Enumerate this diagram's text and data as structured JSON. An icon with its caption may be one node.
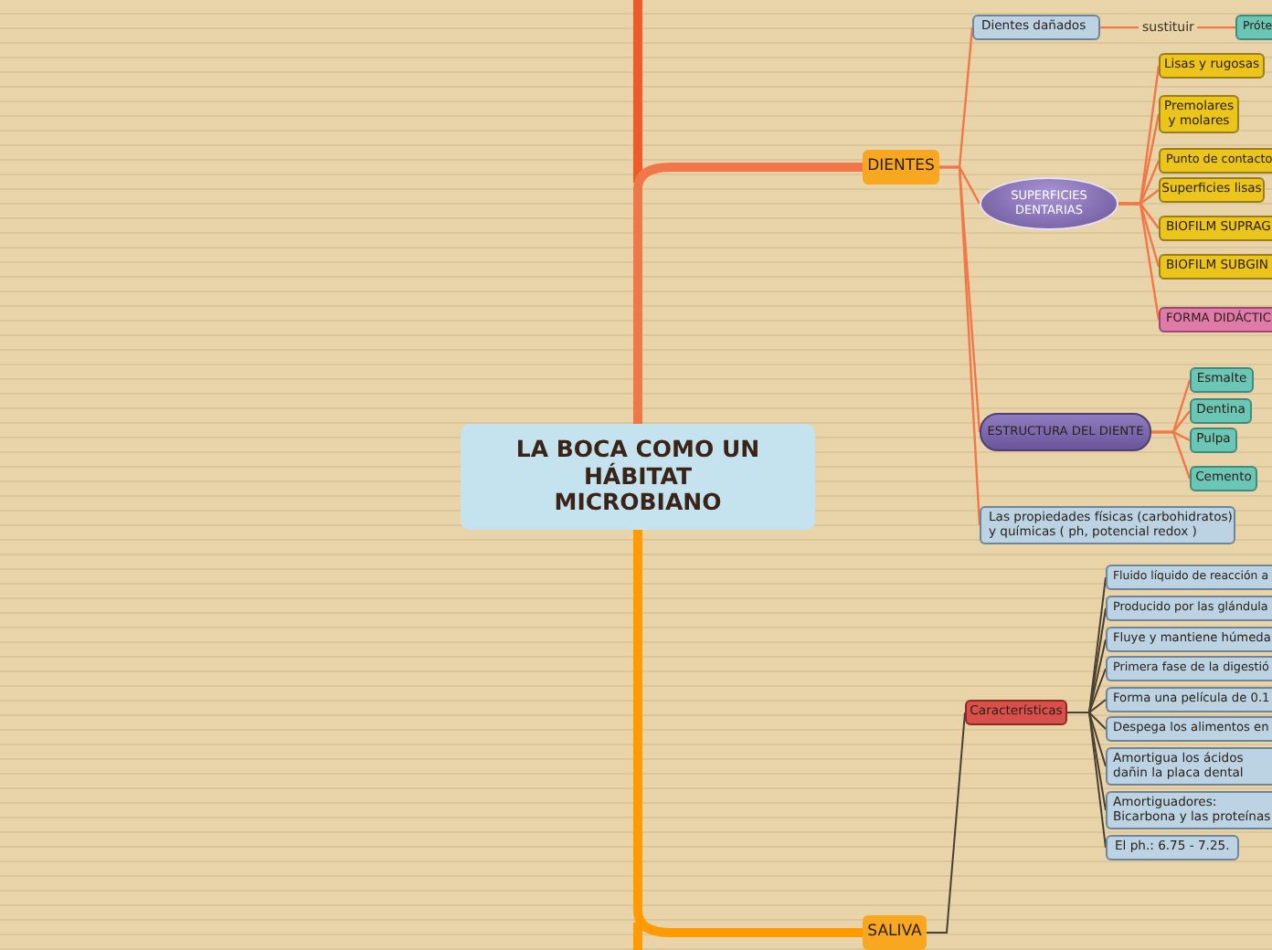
{
  "diagram": {
    "nodes": [
      {
        "text": [
          "LA BOCA COMO UN HÁBITAT MICROBIANO"
        ]
      },
      {
        "text": [
          "DIENTES"
        ]
      },
      {
        "text": [
          "Dientes dañados"
        ]
      },
      {
        "text": [
          "Próte"
        ]
      },
      {
        "text": [
          "SUPERFICIES DENTARIAS"
        ]
      },
      {
        "text": [
          "Lisas y rugosas"
        ]
      },
      {
        "text": [
          "Premolares y molares"
        ]
      },
      {
        "text": [
          "Punto de contacto"
        ]
      },
      {
        "text": [
          "Superficies lisas"
        ]
      },
      {
        "text": [
          "BIOFILM SUPRAG"
        ]
      },
      {
        "text": [
          "BIOFILM SUBGIN"
        ]
      },
      {
        "text": [
          "FORMA DIDÁCTIC"
        ]
      },
      {
        "text": [
          "ESTRUCTURA DEL DIENTE"
        ]
      },
      {
        "text": [
          "Esmalte"
        ]
      },
      {
        "text": [
          "Dentina"
        ]
      },
      {
        "text": [
          "Pulpa"
        ]
      },
      {
        "text": [
          "Cemento"
        ]
      },
      {
        "text": [
          "Las propiedades  físicas (carbohidratos) y químicas ( ph, potencial redox )"
        ]
      },
      {
        "text": [
          "SALIVA"
        ]
      },
      {
        "text": [
          "Características"
        ]
      },
      {
        "text": [
          "Fluido líquido de reacción a"
        ]
      },
      {
        "text": [
          "Producido por las glándula"
        ]
      },
      {
        "text": [
          "Fluye y mantiene húmeda"
        ]
      },
      {
        "text": [
          "Primera fase de la digestió"
        ]
      },
      {
        "text": [
          "Forma una película de 0.1"
        ]
      },
      {
        "text": [
          "Despega los alimentos en"
        ]
      },
      {
        "text": [
          "Amortigua los ácidos dañin la placa dental"
        ]
      },
      {
        "text": [
          "Amortiguadores: Bicarbona y las proteínas"
        ]
      },
      {
        "text": [
          "El ph.: 6.75 - 7.25."
        ]
      }
    ],
    "edges": [
      {
        "from": 0,
        "to": 1,
        "arrow": "none",
        "style": "thick"
      },
      {
        "from": 0,
        "to": 18,
        "arrow": "none",
        "style": "thick",
        "color": "#ff9a00"
      },
      {
        "from": 1,
        "to": 2,
        "arrow": "none"
      },
      {
        "from": 2,
        "to": 3,
        "arrow": "none",
        "label": "sustituir"
      },
      {
        "from": 1,
        "to": 4,
        "arrow": "none"
      },
      {
        "from": 4,
        "to": 5,
        "arrow": "none"
      },
      {
        "from": 4,
        "to": 6,
        "arrow": "none"
      },
      {
        "from": 4,
        "to": 7,
        "arrow": "none"
      },
      {
        "from": 4,
        "to": 8,
        "arrow": "none"
      },
      {
        "from": 4,
        "to": 9,
        "arrow": "none"
      },
      {
        "from": 4,
        "to": 10,
        "arrow": "none"
      },
      {
        "from": 4,
        "to": 11,
        "arrow": "none"
      },
      {
        "from": 1,
        "to": 12,
        "arrow": "none"
      },
      {
        "from": 12,
        "to": 13,
        "arrow": "none"
      },
      {
        "from": 12,
        "to": 14,
        "arrow": "none"
      },
      {
        "from": 12,
        "to": 15,
        "arrow": "none"
      },
      {
        "from": 12,
        "to": 16,
        "arrow": "none"
      },
      {
        "from": 1,
        "to": 17,
        "arrow": "none"
      },
      {
        "from": 18,
        "to": 19,
        "arrow": "none",
        "color": "#4a4032"
      },
      {
        "from": 19,
        "to": 20,
        "arrow": "none",
        "color": "#4a4032"
      },
      {
        "from": 19,
        "to": 21,
        "arrow": "none",
        "color": "#4a4032"
      },
      {
        "from": 19,
        "to": 22,
        "arrow": "none",
        "color": "#4a4032"
      },
      {
        "from": 19,
        "to": 23,
        "arrow": "none",
        "color": "#4a4032"
      },
      {
        "from": 19,
        "to": 24,
        "arrow": "none",
        "color": "#4a4032"
      },
      {
        "from": 19,
        "to": 25,
        "arrow": "none",
        "color": "#4a4032"
      },
      {
        "from": 19,
        "to": 26,
        "arrow": "none",
        "color": "#4a4032"
      },
      {
        "from": 19,
        "to": 27,
        "arrow": "none",
        "color": "#4a4032"
      },
      {
        "from": 19,
        "to": 28,
        "arrow": "none",
        "color": "#4a4032"
      }
    ]
  }
}
